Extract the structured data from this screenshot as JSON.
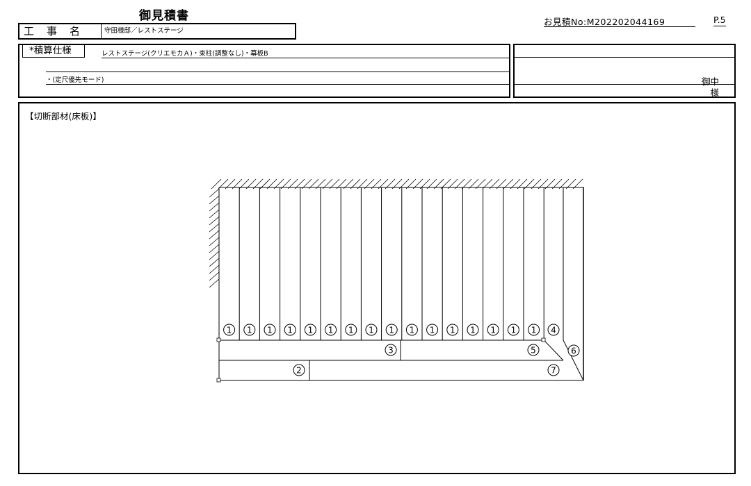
{
  "header": {
    "title": "御見積書",
    "kouji_label": "工事名",
    "kouji_value": "守田様邸／レストステージ",
    "estimate_no": "お見積No:M202202044169",
    "page": "P.5"
  },
  "spec": {
    "label": "*積算仕様",
    "line1": "レストステージ(クリエモカＡ)・束柱(調整なし)・幕板B",
    "line2": "・(定尺優先モード)"
  },
  "customer": {
    "onchu": "御中",
    "sama": "様"
  },
  "section": {
    "title": "【切断部材(床板)】"
  },
  "diagram": {
    "board_labels": [
      "1",
      "1",
      "1",
      "1",
      "1",
      "1",
      "1",
      "1",
      "1",
      "1",
      "1",
      "1",
      "1",
      "1",
      "1",
      "1"
    ],
    "part_labels": [
      "2",
      "3",
      "4",
      "5",
      "6",
      "7"
    ]
  }
}
